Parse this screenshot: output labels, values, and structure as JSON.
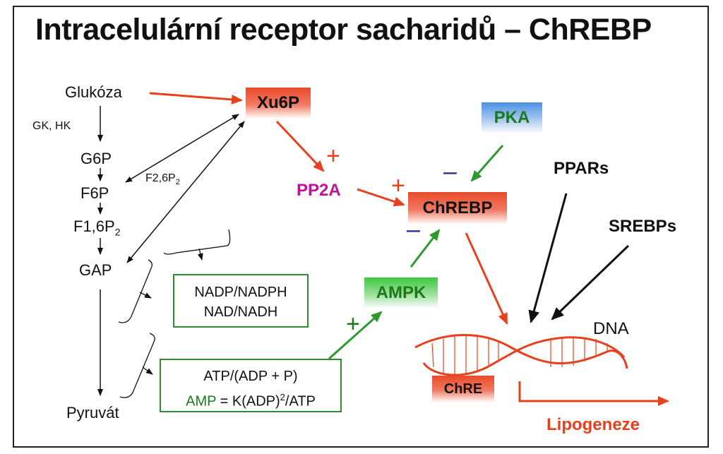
{
  "title": "Intracelulární receptor sacharidů – ChREBP",
  "metabolites": {
    "glucose": "Glukóza",
    "g6p": "G6P",
    "f6p": "F6P",
    "f16p2": "F1,6P",
    "f16p2_sub": "2",
    "gap": "GAP",
    "pyruvate": "Pyruvát"
  },
  "enzymes": {
    "gk_hk": "GK, HK",
    "f26p2": "F2,6P",
    "f26p2_sub": "2"
  },
  "nodes": {
    "xu6p": "Xu6P",
    "pp2a": "PP2A",
    "pka": "PKA",
    "chrebp": "ChREBP",
    "ampk": "AMPK",
    "ppars": "PPARs",
    "srebps": "SREBPs",
    "dna": "DNA",
    "chre": "ChRE",
    "lipogenesis": "Lipogeneze"
  },
  "ratio_box_1": {
    "line1": "NADP/NADPH",
    "line2": "NAD/NADH"
  },
  "ratio_box_2": {
    "line1": "ATP/(ADP + P)",
    "line2_amp": "AMP",
    "line2_eq": " = K(ADP)",
    "line2_sup": "2",
    "line2_end": "/ATP"
  },
  "signs": {
    "plus": "+",
    "minus": "–"
  },
  "colors": {
    "activation_red": "#e8401c",
    "activation_green": "#2e9a2e",
    "pp2a_magenta": "#c0149c",
    "pka_blue": "#4a90e2",
    "inhibit_navy": "#1a2a8a"
  }
}
